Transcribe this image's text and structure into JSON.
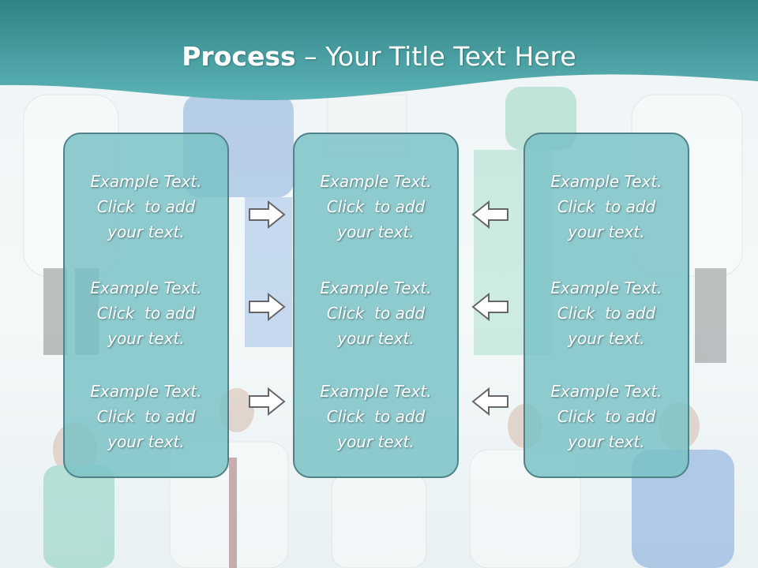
{
  "header": {
    "title_bold": "Process",
    "title_rest": " – Your Title Text Here"
  },
  "columns": [
    {
      "items": [
        {
          "line1": "Example Text.",
          "line2": "Click  to add",
          "line3": "your text."
        },
        {
          "line1": "Example Text.",
          "line2": "Click  to add",
          "line3": "your text."
        },
        {
          "line1": "Example Text.",
          "line2": "Click  to add",
          "line3": "your text."
        }
      ]
    },
    {
      "items": [
        {
          "line1": "Example Text.",
          "line2": "Click  to add",
          "line3": "your text."
        },
        {
          "line1": "Example Text.",
          "line2": "Click  to add",
          "line3": "your text."
        },
        {
          "line1": "Example Text.",
          "line2": "Click  to add",
          "line3": "your text."
        }
      ]
    },
    {
      "items": [
        {
          "line1": "Example Text.",
          "line2": "Click  to add",
          "line3": "your text."
        },
        {
          "line1": "Example Text.",
          "line2": "Click  to add",
          "line3": "your text."
        },
        {
          "line1": "Example Text.",
          "line2": "Click  to add",
          "line3": "your text."
        }
      ]
    }
  ],
  "arrows": {
    "left_group": "arrow-right-icon",
    "right_group": "arrow-left-icon"
  },
  "colors": {
    "header": "#4aa3a6",
    "box_fill": "#78c1c4",
    "box_border": "#4f8388",
    "arrow_stroke": "#666666"
  }
}
